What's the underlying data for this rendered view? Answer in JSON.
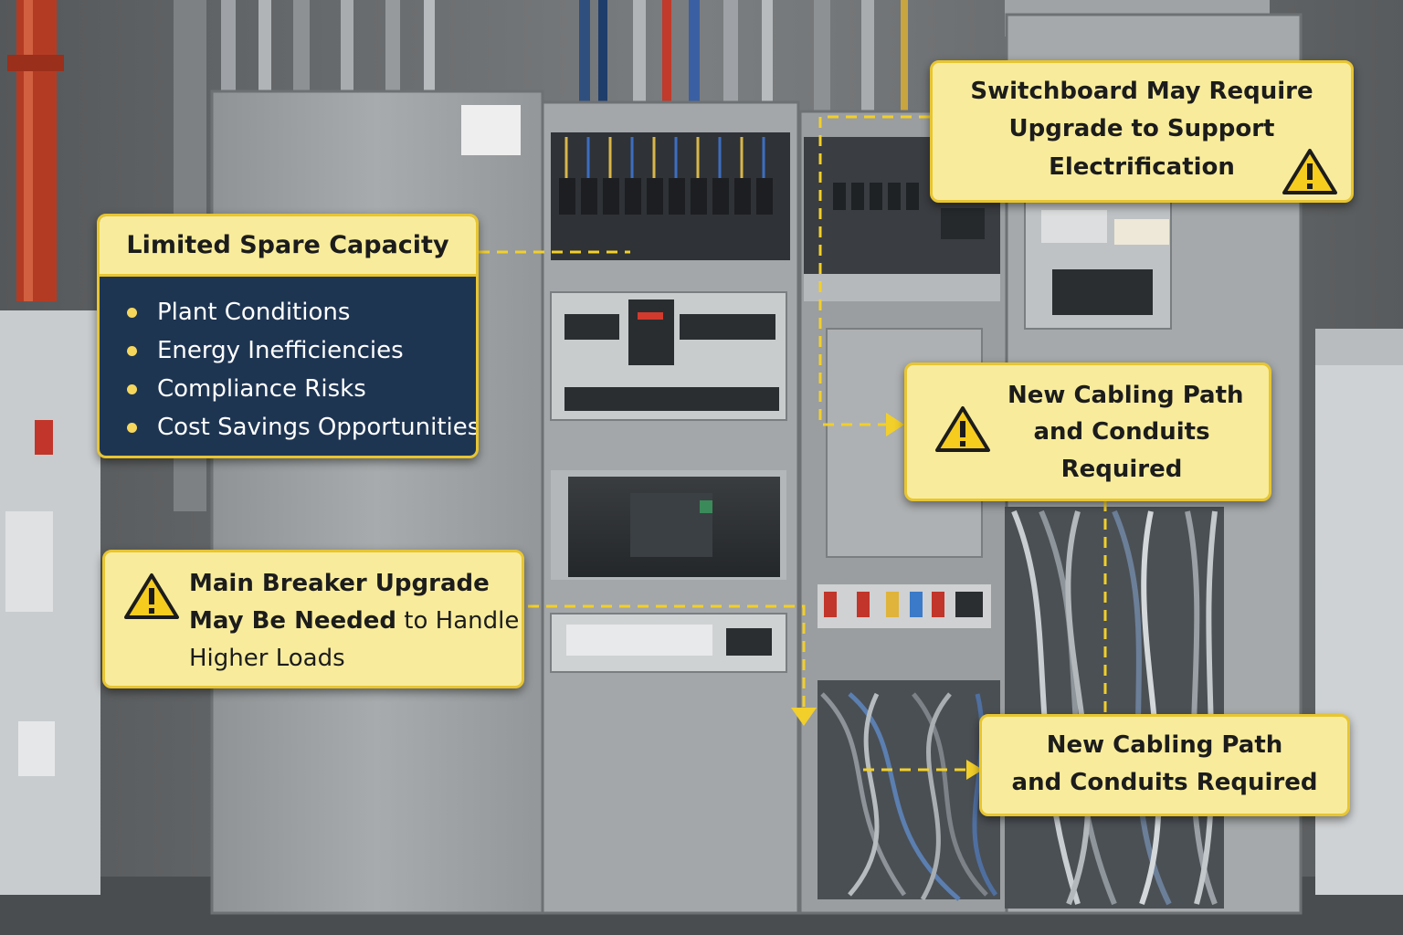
{
  "callouts": {
    "limited": {
      "title": "Limited Spare Capacity",
      "items": [
        "Plant Conditions",
        "Energy Inefficiencies",
        "Compliance Risks",
        "Cost Savings Opportunities"
      ]
    },
    "switchboard": {
      "line1": "Switchboard May Require",
      "line2": "Upgrade to Support",
      "line3": "Electrification",
      "icon": "warning-icon"
    },
    "cabling_mid": {
      "line1": "New Cabling Path",
      "line2": "and Conduits",
      "line3": "Required",
      "icon": "warning-icon"
    },
    "main_breaker": {
      "bold1": "Main Breaker Upgrade",
      "bold2": "May Be Needed",
      "rest2": " to Handle",
      "line3": "Higher Loads",
      "icon": "warning-icon"
    },
    "cabling_low": {
      "line1": "New Cabling Path",
      "line2": "and Conduits Required"
    }
  },
  "colors": {
    "callout_fill": "#f8ec9c",
    "callout_border": "#e8c530",
    "list_panel": "#1e3552",
    "connector": "#f2cf2a",
    "panel_gray": "#9ea2a4",
    "wall": "#6b6e70"
  }
}
